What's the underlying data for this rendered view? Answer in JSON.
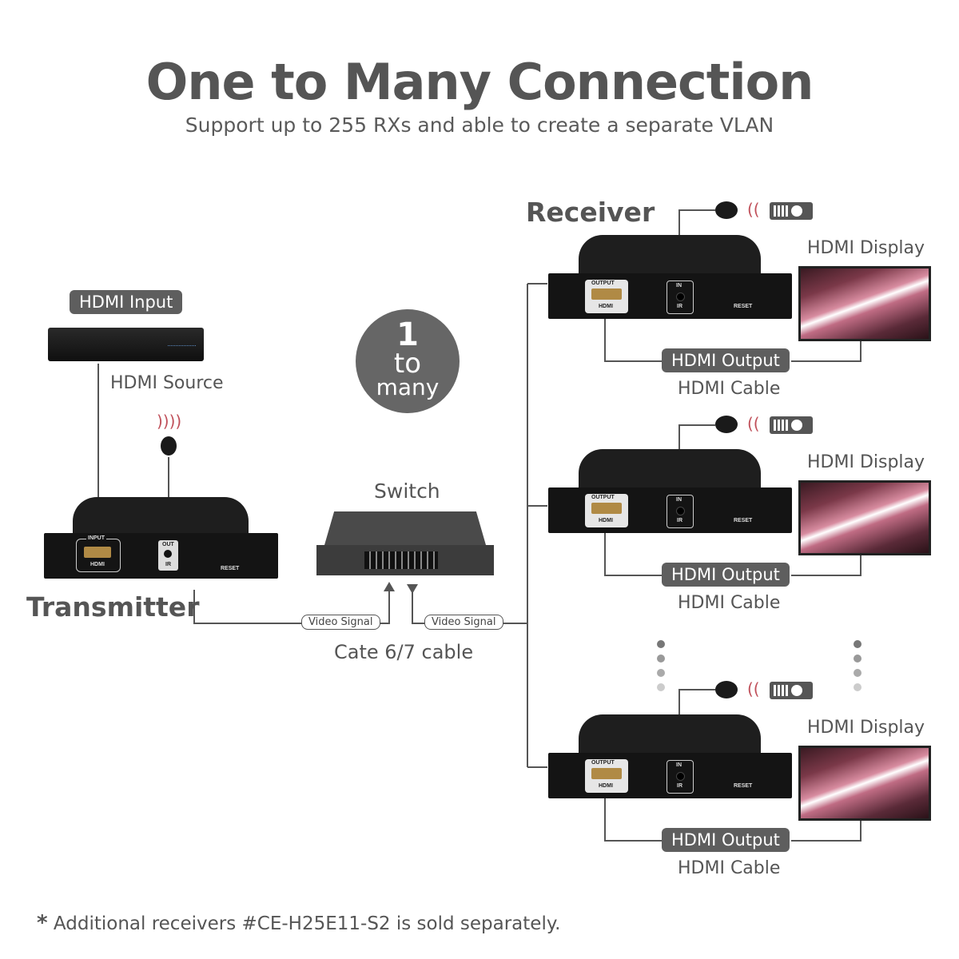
{
  "header": {
    "title": "One to Many Connection",
    "subtitle": "Support up to 255 RXs and able to create a separate VLAN"
  },
  "transmitter": {
    "label": "Transmitter",
    "source_pill": "HDMI Input",
    "source_label": "HDMI Source",
    "ports": {
      "input_tag": "INPUT",
      "hdmi": "HDMI",
      "ir_tag": "OUT",
      "ir": "IR",
      "reset": "RESET"
    }
  },
  "badge": {
    "number": "1",
    "word1": "to",
    "word2": "many"
  },
  "switch": {
    "label": "Switch",
    "signal_in": "Video Signal",
    "signal_out": "Video Signal",
    "cable_label": "Cate 6/7 cable"
  },
  "receiver": {
    "label": "Receiver",
    "units": [
      {
        "display_label": "HDMI Display",
        "output_pill": "HDMI Output",
        "cable_label": "HDMI Cable",
        "ports": {
          "output_tag": "OUTPUT",
          "hdmi": "HDMI",
          "ir_tag": "IN",
          "ir": "IR",
          "reset": "RESET"
        }
      },
      {
        "display_label": "HDMI Display",
        "output_pill": "HDMI Output",
        "cable_label": "HDMI Cable",
        "ports": {
          "output_tag": "OUTPUT",
          "hdmi": "HDMI",
          "ir_tag": "IN",
          "ir": "IR",
          "reset": "RESET"
        }
      },
      {
        "display_label": "HDMI Display",
        "output_pill": "HDMI Output",
        "cable_label": "HDMI Cable",
        "ports": {
          "output_tag": "OUTPUT",
          "hdmi": "HDMI",
          "ir_tag": "IN",
          "ir": "IR",
          "reset": "RESET"
        }
      }
    ]
  },
  "footnote": {
    "star": "*",
    "text": "Additional receivers #CE-H25E11-S2 is sold separately."
  },
  "colors": {
    "text": "#555555",
    "pill": "#5e5e5e",
    "device": "#1c1c1c",
    "ir_wave": "#c0505a"
  }
}
